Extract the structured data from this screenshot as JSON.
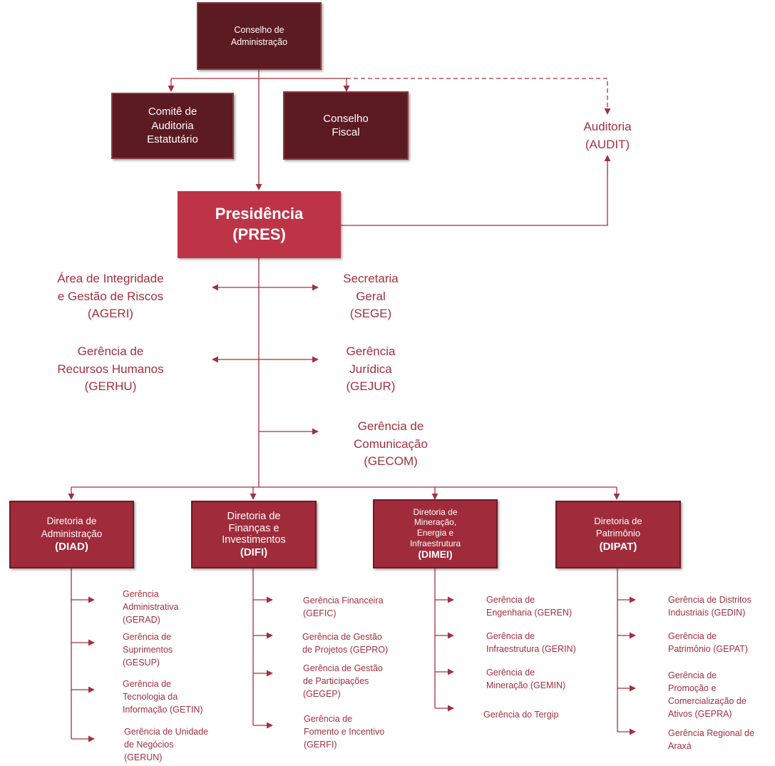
{
  "colors": {
    "dark_box": "#5c1a22",
    "director_box": "#a02b3a",
    "presidency_box": "#be3447",
    "text_accent": "#a3303f",
    "lines": "#a3303f"
  },
  "conselho_administracao": "Conselho de\nAdministração",
  "comite": "Comitê de\nAuditoria\nEstatutário",
  "conselho_fiscal": "Conselho\nFiscal",
  "auditoria": "Auditoria\n(AUDIT)",
  "presidencia": {
    "name": "Presidência",
    "code": "(PRES)"
  },
  "ageri": "Área de Integridade\ne Gestão de Riscos\n(AGERI)",
  "sege": "Secretaria\nGeral\n(SEGE)",
  "gerhu": "Gerência de\nRecursos Humanos\n(GERHU)",
  "gejur": "Gerência\nJurídica\n(GEJUR)",
  "gecom": "Gerência de\nComunicação\n(GECOM)",
  "directorates": [
    {
      "name": "Diretoria de\nAdministração",
      "code": "(DIAD)",
      "units": [
        "Gerência\nAdministrativa\n(GERAD)",
        "Gerência de\nSuprimentos\n(GESUP)",
        "Gerência de\nTecnologia da\nInformação (GETIN)",
        "Gerência de Unidade\nde Negócios\n(GERUN)"
      ]
    },
    {
      "name": "Diretoria de\nFinanças e\nInvestimentos",
      "code": "(DIFI)",
      "units": [
        "Gerência Financeira\n(GEFIC)",
        "Gerência de Gestão\nde Projetos (GEPRO)",
        "Gerência de Gestão\nde Participações\n(GEGEP)",
        "Gerência de\nFomento e Incentivo\n(GERFI)"
      ]
    },
    {
      "name": "Diretoria de\nMineração,\nEnergia e\nInfraestrutura",
      "code": "(DIMEI)",
      "units": [
        "Gerência de\nEngenharia (GEREN)",
        "Gerência de\nInfraestrutura (GERIN)",
        "Gerência de\nMineração (GEMIN)",
        "Gerência do Tergip"
      ]
    },
    {
      "name": "Diretoria de\nPatrimônio",
      "code": "(DIPAT)",
      "units": [
        "Gerência de Distritos\nIndustriais (GEDIN)",
        "Gerência de\nPatrimônio (GEPAT)",
        "Gerência de\nPromoção e\nComercialização de\nAtivos (GEPRA)",
        "Gerência Regional de\nAraxá"
      ]
    }
  ]
}
